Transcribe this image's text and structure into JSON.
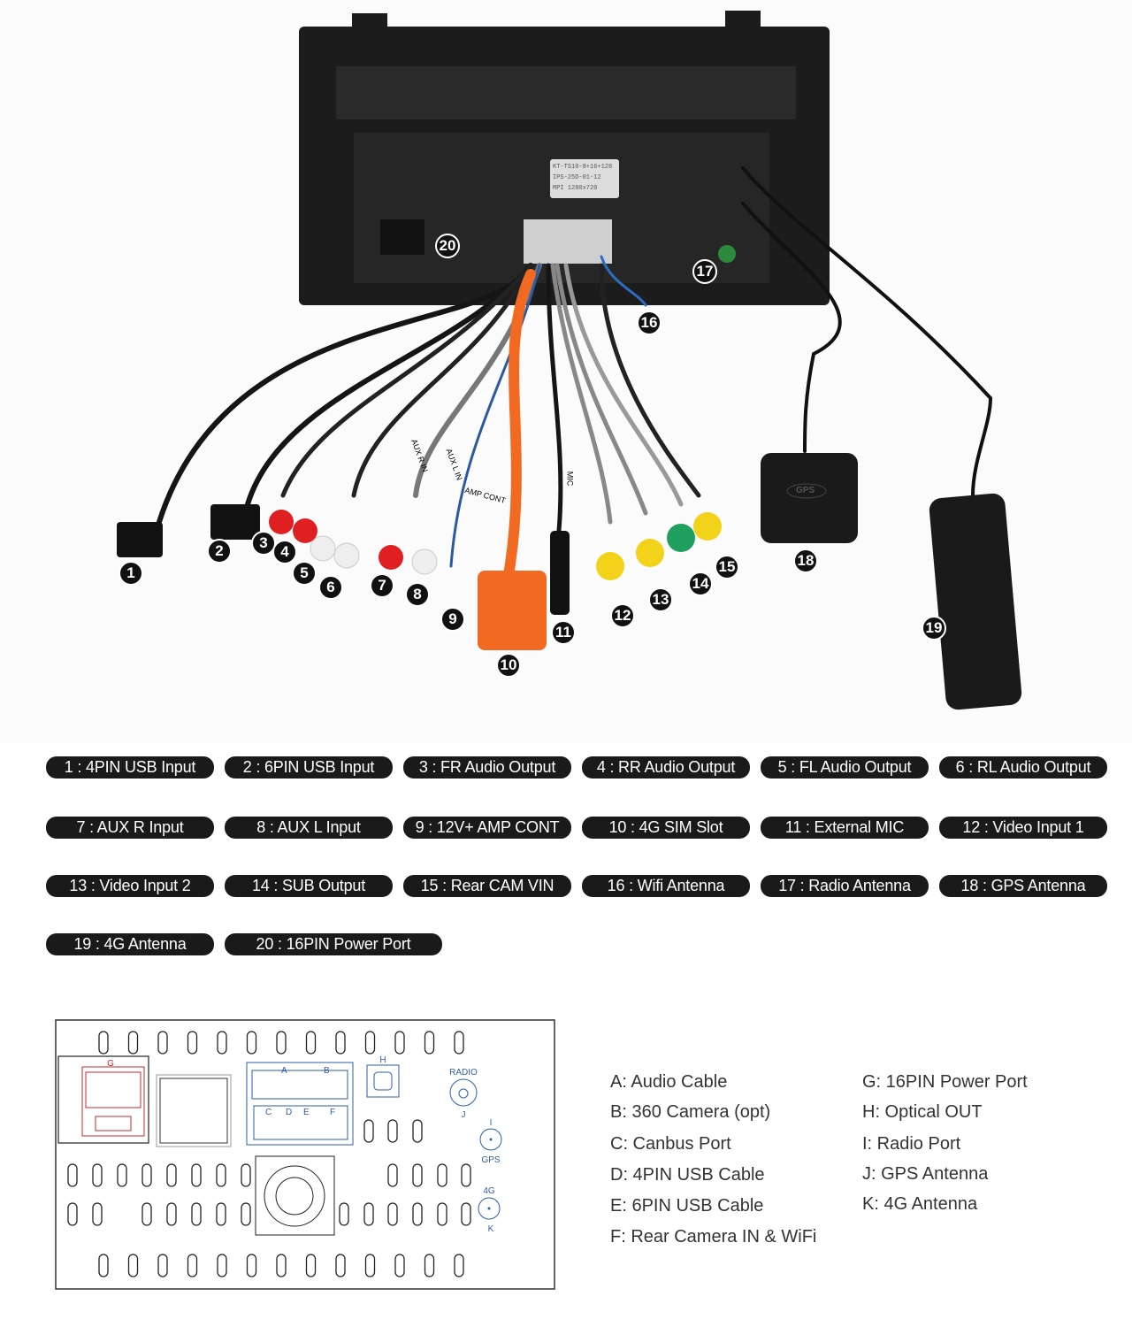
{
  "sticker": {
    "line1": "KT-TS10-8+16+128",
    "line2": "IPS-25D-01-12",
    "line3": "MPI 1280x720"
  },
  "cable_tags": {
    "aux_l": "AUX L IN",
    "aux_r": "AUX R IN",
    "amp": "AMP CONT",
    "mic": "MIC",
    "gps_logo": "GPS"
  },
  "badges": [
    "1",
    "2",
    "3",
    "4",
    "5",
    "6",
    "7",
    "8",
    "9",
    "10",
    "11",
    "12",
    "13",
    "14",
    "15",
    "16",
    "17",
    "18",
    "19",
    "20"
  ],
  "labels": [
    "1 : 4PIN USB Input",
    "2 : 6PIN USB Input",
    "3 : FR Audio Output",
    "4 : RR Audio Output",
    "5 : FL Audio Output",
    "6 : RL Audio Output",
    "7 : AUX R Input",
    "8 : AUX L Input",
    "9 : 12V+ AMP CONT",
    "10 : 4G SIM Slot",
    "11 : External MIC",
    "12 : Video Input 1",
    "13 : Video Input 2",
    "14 : SUB Output",
    "15 : Rear CAM VIN",
    "16 : Wifi Antenna",
    "17 : Radio Antenna",
    "18 : GPS Antenna",
    "19 : 4G Antenna",
    "20 : 16PIN Power Port"
  ],
  "diagram": {
    "G": "G",
    "A": "A",
    "B": "B",
    "C": "C",
    "D": "D",
    "E": "E",
    "F": "F",
    "H": "H",
    "radio": "RADIO",
    "J": "J",
    "I": "I",
    "gps": "GPS",
    "fourg": "4G",
    "K": "K"
  },
  "legend": {
    "left": [
      "A: Audio Cable",
      "B: 360 Camera (opt)",
      "C: Canbus Port",
      "D: 4PIN USB Cable",
      "E: 6PIN USB Cable",
      "F: Rear Camera IN & WiFi"
    ],
    "right": [
      "G: 16PIN Power Port",
      "H: Optical OUT",
      "I: Radio Port",
      "J: GPS Antenna",
      "K: 4G Antenna"
    ]
  },
  "colors": {
    "diagram_blue": "#2f5ea8",
    "diagram_red": "#c0282c",
    "pill": "#1a1a1a",
    "orange": "#f26a21"
  }
}
